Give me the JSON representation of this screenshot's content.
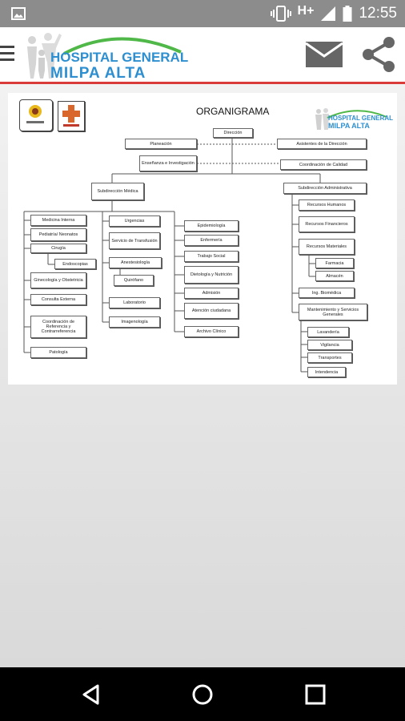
{
  "status_bar": {
    "network": "H+",
    "time": "12:55"
  },
  "app_bar": {
    "logo_line1": "HOSPITAL GENERAL",
    "logo_line2": "MILPA ALTA"
  },
  "orgchart": {
    "title": "ORGANIGRAMA",
    "logo_line1": "HOSPITAL GENERAL",
    "logo_line2": "MILPA ALTA",
    "nodes": {
      "direccion": "Dirección",
      "planeacion": "Planeación",
      "asistentes": "Asistentes de la Dirección",
      "ensenanza": "Enseñanza e Investigación",
      "calidad": "Coordinación de Calidad",
      "sub_medica": "Subdirección Médica",
      "sub_admin": "Subdirección Administrativa",
      "medicina_interna": "Medicina Interna",
      "pediatria": "Pediatría/ Neonatos",
      "cirugia": "Cirugía",
      "endoscopias": "Endoscopias",
      "ginecologia": "Ginecología y Obstetricia",
      "consulta_externa": "Consulta Externa",
      "coordinacion_referencia": "Coordinación de Referencia y Contrarreferencia",
      "patologia": "Patología",
      "urgencias": "Urgencias",
      "transfusion": "Servicio de Transfusión",
      "anestesiologia": "Anestesiología",
      "quirofano": "Quirófano",
      "laboratorio": "Laboratorio",
      "imagenologia": "Imagenología",
      "epidemiologia": "Epidemiología",
      "enfermeria": "Enfermería",
      "trabajo_social": "Trabajo Social",
      "dietologia": "Dietología y Nutrición",
      "admision": "Admisión",
      "atencion_ciudadana": "Atención ciudadana",
      "archivo_clinico": "Archivo Clínico",
      "recursos_humanos": "Recursos Humanos",
      "recursos_financieros": "Recursos Financieros",
      "recursos_materiales": "Recursos Materiales",
      "farmacia": "Farmacia",
      "almacen": "Almacén",
      "ing_biomedica": "Ing. Biomédica",
      "mantenimiento": "Mantenimiento y Servicios Generales",
      "lavanderia": "Lavandería",
      "vigilancia": "Vigilancia",
      "transportes": "Transportes",
      "intendencia": "Intendencia"
    }
  }
}
